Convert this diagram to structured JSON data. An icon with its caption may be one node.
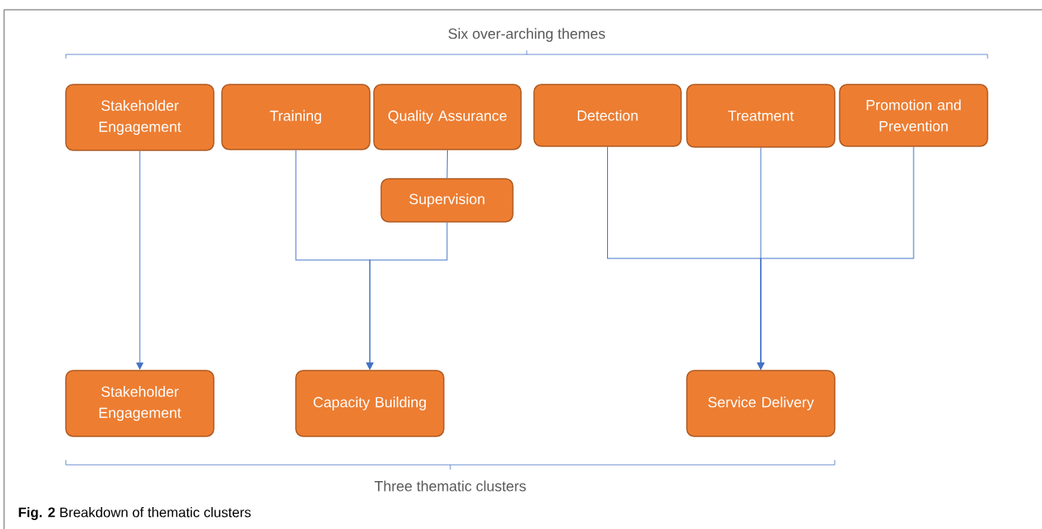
{
  "diagram": {
    "caption": "**Fig. 2** Breakdown of thematic clusters",
    "nodes": [
      {
        "text": [
          "Stakeholder Engagement"
        ]
      },
      {
        "text": [
          "Training"
        ]
      },
      {
        "text": [
          "Quality Assurance"
        ]
      },
      {
        "text": [
          "Detection"
        ]
      },
      {
        "text": [
          "Treatment"
        ]
      },
      {
        "text": [
          "Promotion and Prevention"
        ]
      },
      {
        "text": [
          "Supervision"
        ]
      },
      {
        "text": [
          "Stakeholder Engagement"
        ]
      },
      {
        "text": [
          "Capacity Building"
        ]
      },
      {
        "text": [
          "Service Delivery"
        ]
      }
    ],
    "edges": [
      {
        "from": 0,
        "to": 7,
        "arrow": "to"
      },
      {
        "from": 2,
        "to": 6,
        "arrow": "none"
      },
      {
        "from": 1,
        "to": 8,
        "arrow": "to"
      },
      {
        "from": 6,
        "to": 8,
        "arrow": "to"
      },
      {
        "from": 3,
        "to": 9,
        "arrow": "to"
      },
      {
        "from": 4,
        "to": 9,
        "arrow": "to"
      },
      {
        "from": 5,
        "to": 9,
        "arrow": "to"
      }
    ],
    "labels": [
      "Six over-arching themes",
      "Three thematic clusters"
    ]
  }
}
